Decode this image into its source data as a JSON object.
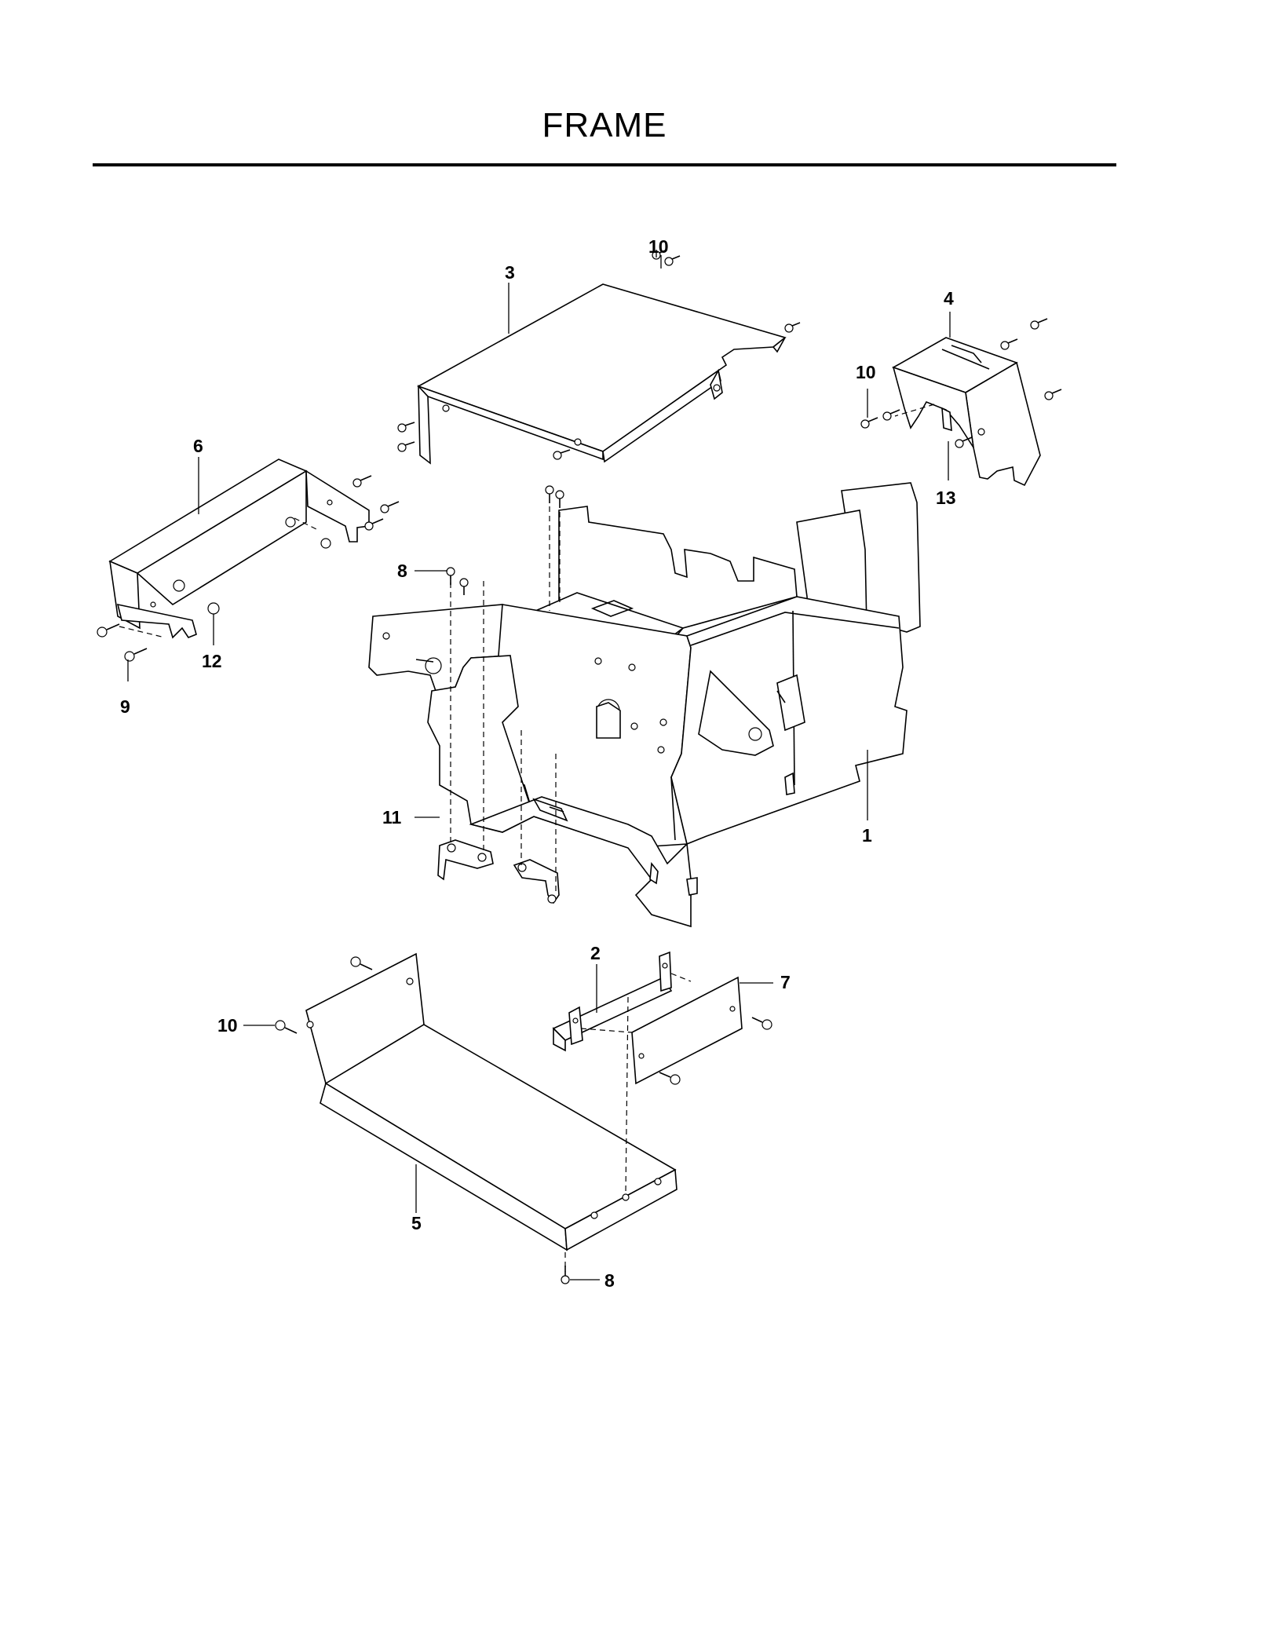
{
  "page": {
    "title": "FRAME"
  },
  "callouts": {
    "c1": "1",
    "c2": "2",
    "c3": "3",
    "c4": "4",
    "c5": "5",
    "c6": "6",
    "c7": "7",
    "c8a": "8",
    "c8b": "8",
    "c9": "9",
    "c10a": "10",
    "c10b": "10",
    "c10c": "10",
    "c11": "11",
    "c12": "12",
    "c13": "13"
  }
}
